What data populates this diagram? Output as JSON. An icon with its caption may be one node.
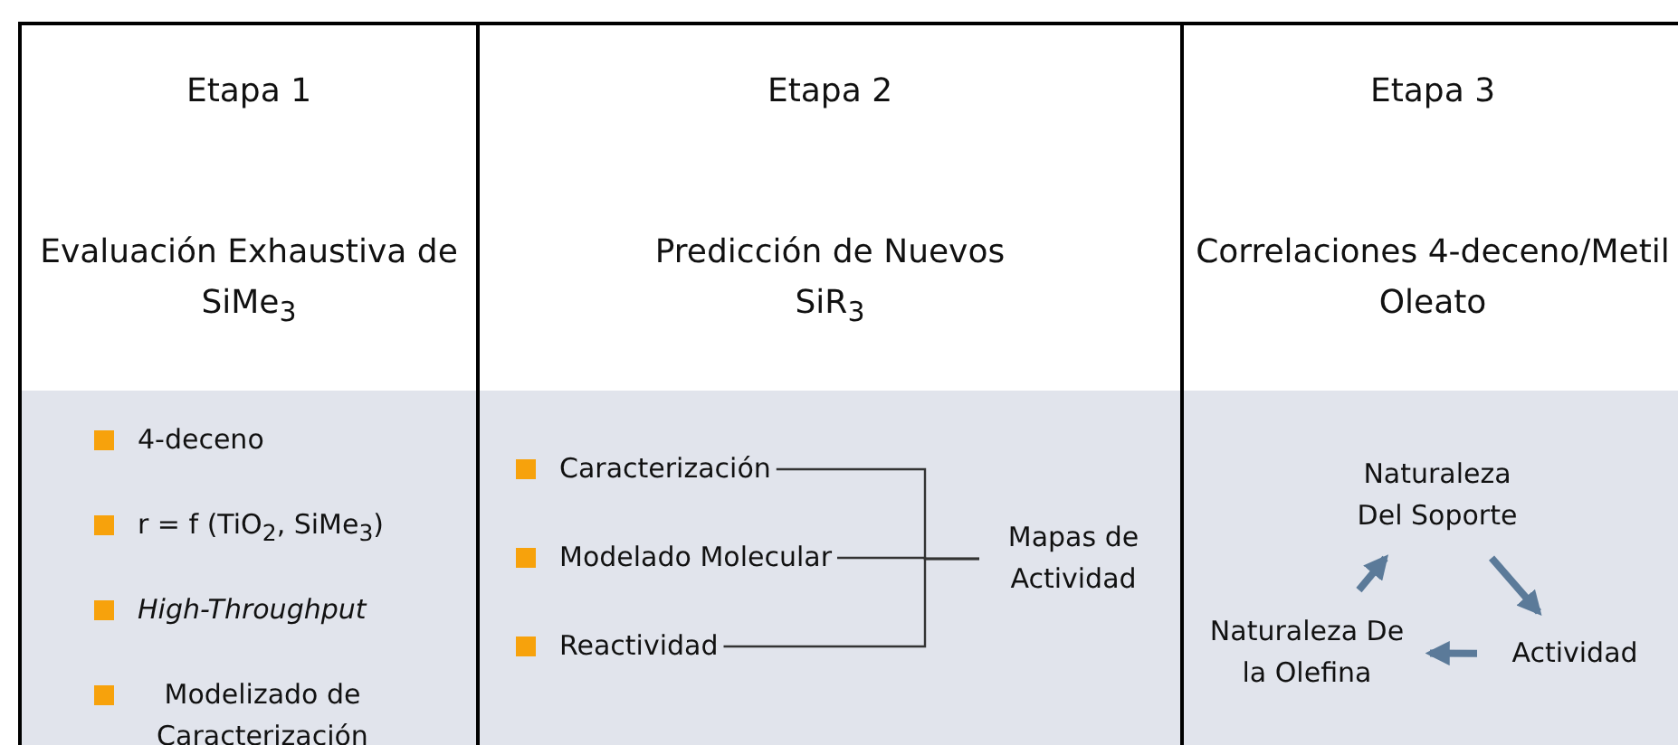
{
  "diagram": {
    "nodes": [
      {
        "text": [
          "Etapa 1",
          "Evaluación Exhaustiva de SiMe$_{3}$"
        ]
      },
      {
        "text": [
          "Etapa 2",
          "Predicción de Nuevos SiR$_{3}$"
        ]
      },
      {
        "text": [
          "Etapa 3",
          "Correlaciones 4-deceno/Metil Oleato"
        ]
      },
      {
        "text": [
          "Caracterización"
        ],
        "in": 1
      },
      {
        "text": [
          "Modelado Molecular"
        ],
        "in": 1
      },
      {
        "text": [
          "Reactividad"
        ],
        "in": 1
      },
      {
        "text": [
          "Mapas de Actividad"
        ],
        "in": 1
      },
      {
        "text": [
          "Naturaleza Del Soporte"
        ],
        "in": 2
      },
      {
        "text": [
          "Actividad"
        ],
        "in": 2
      },
      {
        "text": [
          "Naturaleza De la Olefina"
        ],
        "in": 2
      }
    ],
    "edges": [
      {
        "from": 3,
        "to": 6,
        "arrow": "none"
      },
      {
        "from": 4,
        "to": 6,
        "arrow": "none"
      },
      {
        "from": 5,
        "to": 6,
        "arrow": "none"
      },
      {
        "from": 9,
        "to": 7,
        "arrow": "to",
        "style": "thick",
        "color": "#5b7a99"
      },
      {
        "from": 7,
        "to": 8,
        "arrow": "to",
        "style": "thick",
        "color": "#5b7a99"
      },
      {
        "from": 8,
        "to": 9,
        "arrow": "to",
        "style": "thick",
        "color": "#5b7a99"
      }
    ],
    "labels": [
      "4-deceno",
      "r = f (TiO$_{2}$, SiMe$_{3}$)",
      "High-Throughput",
      "Modelizado de Caracterización"
    ]
  }
}
